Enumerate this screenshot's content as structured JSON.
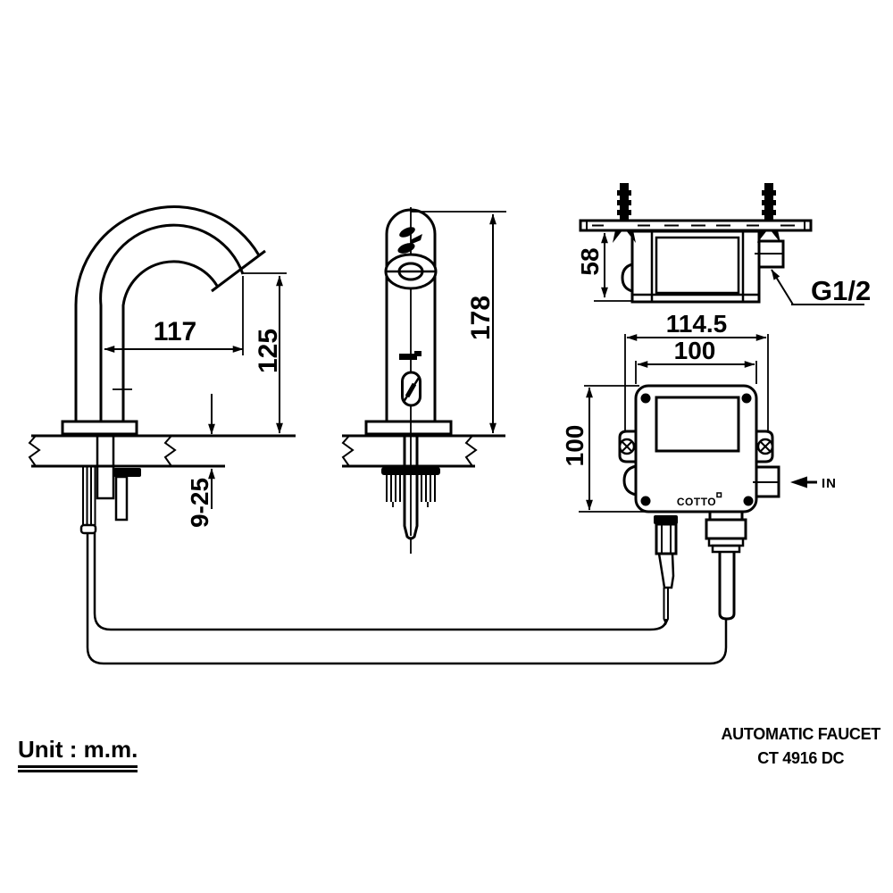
{
  "drawing": {
    "unit_note": "Unit : m.m.",
    "product": "AUTOMATIC FAUCET",
    "model": "CT 4916 DC"
  },
  "side_view": {
    "spout_reach": "117",
    "spout_height": "125",
    "deck_thickness": "9-25"
  },
  "front_view": {
    "total_height": "178"
  },
  "box_side_view": {
    "box_height": "58",
    "inlet_thread": "G1/2"
  },
  "box_front_view": {
    "overall_width": "114.5",
    "body_width": "100",
    "body_height": "100",
    "inlet_label": "IN",
    "brand": "COTTO"
  },
  "colors": {
    "ink": "#000000",
    "paper": "#ffffff"
  }
}
